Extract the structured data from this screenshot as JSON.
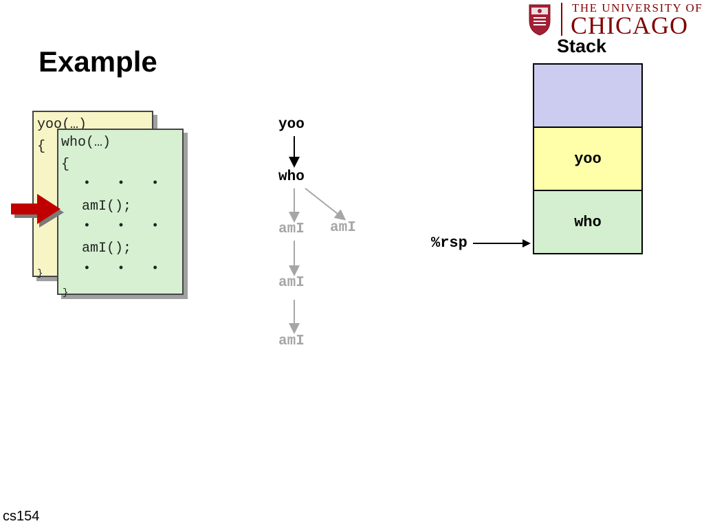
{
  "header": {
    "title": "Example",
    "logo_line1": "THE UNIVERSITY OF",
    "logo_line2": "CHICAGO"
  },
  "footer": {
    "label": "cs154"
  },
  "code_cards": {
    "yoo": {
      "header": "yoo(…)",
      "open_brace": "{",
      "close_brace": "}"
    },
    "who": {
      "header": "who(…)",
      "open_brace": "{",
      "dots1": "• • •",
      "call1": "amI();",
      "dots2": "• • •",
      "call2": "amI();",
      "dots3": "• • •",
      "close_brace": "}"
    },
    "arrow_color": "#c00000"
  },
  "call_tree": {
    "yoo": "yoo",
    "who": "who",
    "ami_1": "amI",
    "ami_2": "amI",
    "ami_3": "amI",
    "ami_4": "amI"
  },
  "stack": {
    "title": "Stack",
    "frames": [
      {
        "label": "",
        "color": "#ccccf0"
      },
      {
        "label": "yoo",
        "color": "#ffffaa"
      },
      {
        "label": "who",
        "color": "#d4efcf"
      }
    ],
    "pointer_label": "%rsp"
  }
}
